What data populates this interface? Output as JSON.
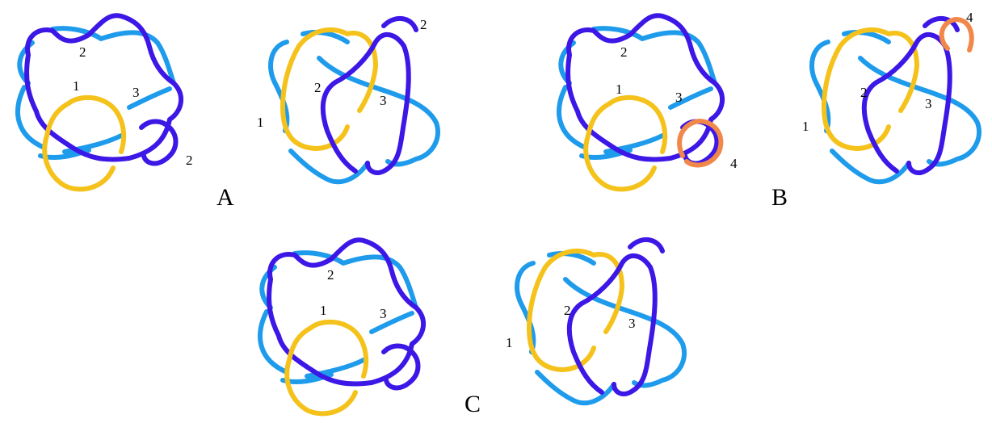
{
  "colors": {
    "strand_1": "#f5c21b",
    "strand_2": "#3c17e6",
    "strand_3": "#1f9bec",
    "strand_4": "#f2874a",
    "text": "#000000",
    "background": "#ffffff"
  },
  "panel_labels": {
    "a": "A",
    "b": "B",
    "c": "C"
  },
  "strand_labels": {
    "s1": "1",
    "s2": "2",
    "s3": "3",
    "s4": "4"
  }
}
